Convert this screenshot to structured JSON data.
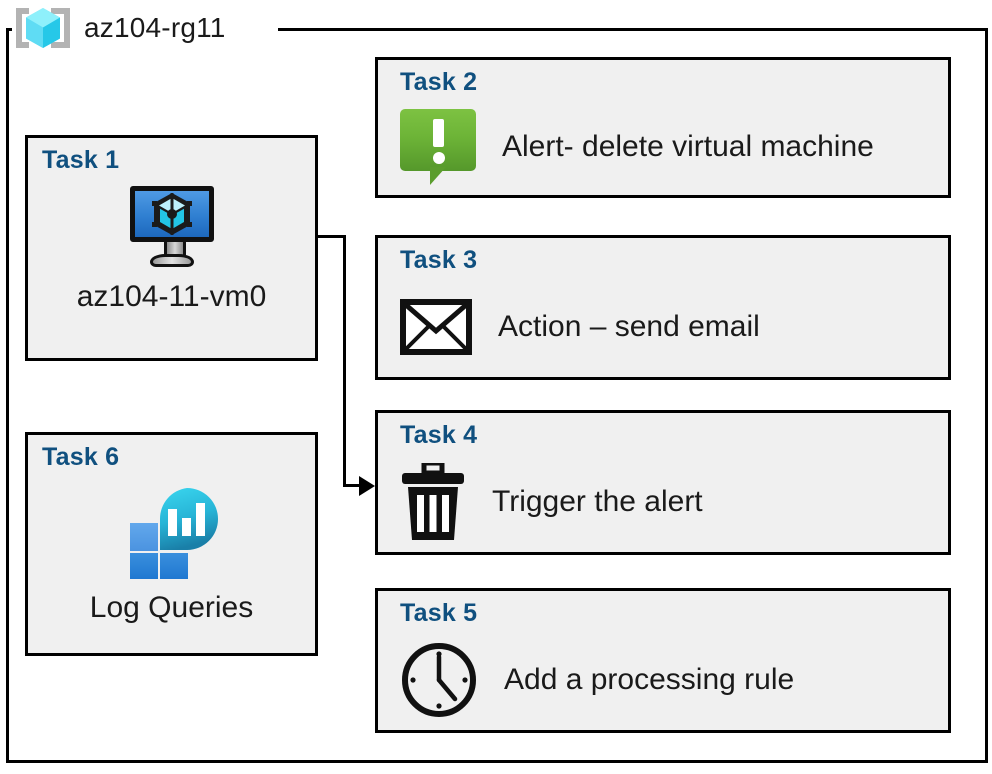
{
  "diagram": {
    "resource_group": {
      "name": "az104-rg11",
      "icon": "resource-group-cube-icon"
    },
    "colors": {
      "task_label": "#10507f",
      "box_fill": "#f0f0f0",
      "box_border": "#000000",
      "page_background": "#ffffff",
      "alert_green": "#7dc242",
      "vm_blue": "#2f7fd1",
      "log_queries_cyan": "#32cfe8",
      "log_queries_blue": "#2f88d6",
      "rg_icon_cyan": "#54e2f5",
      "rg_bracket_gray": "#b3b3b3"
    },
    "tasks": [
      {
        "id": "task-1",
        "label": "Task 1",
        "text": "az104-11-vm0",
        "icon": "virtual-machine-icon",
        "column": "left"
      },
      {
        "id": "task-2",
        "label": "Task 2",
        "text": "Alert- delete virtual machine",
        "icon": "alert-bubble-icon",
        "column": "right"
      },
      {
        "id": "task-3",
        "label": "Task 3",
        "text": "Action – send email",
        "icon": "envelope-icon",
        "column": "right"
      },
      {
        "id": "task-4",
        "label": "Task 4",
        "text": "Trigger the alert",
        "icon": "trash-can-icon",
        "column": "right"
      },
      {
        "id": "task-5",
        "label": "Task 5",
        "text": "Add a processing rule",
        "icon": "clock-icon",
        "column": "right"
      },
      {
        "id": "task-6",
        "label": "Task 6",
        "text": "Log Queries",
        "icon": "log-queries-icon",
        "column": "left"
      }
    ],
    "connectors": [
      {
        "id": "vm-to-trigger",
        "from": "task-1",
        "to": "task-4",
        "arrow": "single"
      }
    ]
  }
}
